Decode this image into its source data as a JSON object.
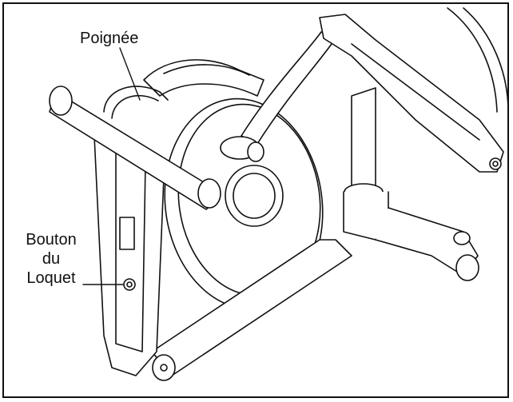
{
  "labels": {
    "handle": "Poignée",
    "latch_line1": "Bouton",
    "latch_line2": "du",
    "latch_line3": "Loquet"
  },
  "colors": {
    "line": "#111111",
    "background": "#ffffff"
  }
}
